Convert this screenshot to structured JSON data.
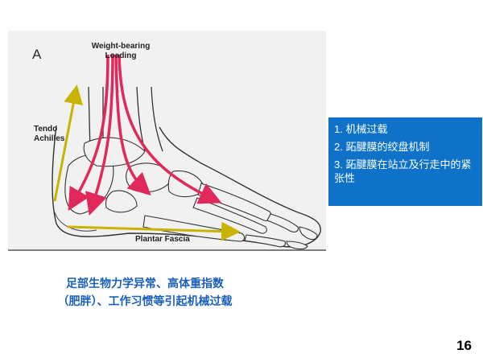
{
  "figure": {
    "panel_letter": "A",
    "weight_label_line1": "Weight-bearing",
    "weight_label_line2": "Loading",
    "tendo_label_line1": "Tendo",
    "tendo_label_line2": "Achilles",
    "plantar_label": "Plantar Fascia",
    "arrow_colors": {
      "load": "#e0285a",
      "tendon": "#c8b400"
    }
  },
  "info_box": {
    "background": "#0d72c8",
    "items": [
      "1. 机械过载",
      "2. 跖腱膜的绞盘机制",
      "3. 跖腱膜在站立及行走中的紧张性"
    ]
  },
  "caption": {
    "line1": "足部生物力学异常、高体重指数",
    "line2": "（肥胖）、工作习惯等引起机械过载"
  },
  "page_number": "16"
}
